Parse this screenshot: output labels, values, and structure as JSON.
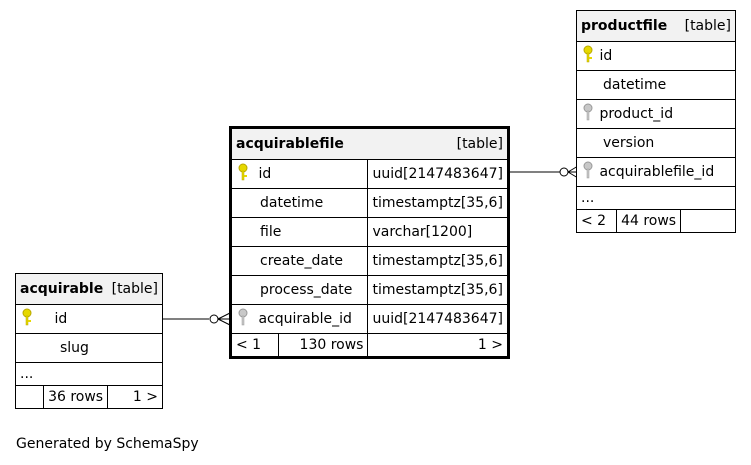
{
  "tables": {
    "acquirablefile": {
      "name": "acquirablefile",
      "kind": "[table]",
      "columns": [
        {
          "name": "id",
          "type": "uuid[2147483647]",
          "key": "primary"
        },
        {
          "name": "datetime",
          "type": "timestamptz[35,6]",
          "key": ""
        },
        {
          "name": "file",
          "type": "varchar[1200]",
          "key": ""
        },
        {
          "name": "create_date",
          "type": "timestamptz[35,6]",
          "key": ""
        },
        {
          "name": "process_date",
          "type": "timestamptz[35,6]",
          "key": ""
        },
        {
          "name": "acquirable_id",
          "type": "uuid[2147483647]",
          "key": "foreign"
        }
      ],
      "parents": "< 1",
      "rows": "130 rows",
      "children": "1 >"
    },
    "productfile": {
      "name": "productfile",
      "kind": "[table]",
      "columns": [
        {
          "name": "id",
          "key": "primary"
        },
        {
          "name": "datetime",
          "key": ""
        },
        {
          "name": "product_id",
          "key": "foreign"
        },
        {
          "name": "version",
          "key": ""
        },
        {
          "name": "acquirablefile_id",
          "key": "foreign"
        }
      ],
      "more": "...",
      "parents": "< 2",
      "rows": "44 rows",
      "children": ""
    },
    "acquirable": {
      "name": "acquirable",
      "kind": "[table]",
      "columns": [
        {
          "name": "id",
          "key": "primary"
        },
        {
          "name": "slug",
          "key": ""
        }
      ],
      "more": "...",
      "parents": "",
      "rows": "36 rows",
      "children": "1 >"
    }
  },
  "relationships": [
    {
      "from": "productfile.acquirablefile_id",
      "to": "acquirablefile.id"
    },
    {
      "from": "acquirablefile.acquirable_id",
      "to": "acquirable.id"
    }
  ],
  "colors": {
    "primary_key": "#e6d800",
    "foreign_key": "#b0b0b0",
    "header_bg": "#f2f2f2"
  },
  "footer": "Generated by SchemaSpy"
}
